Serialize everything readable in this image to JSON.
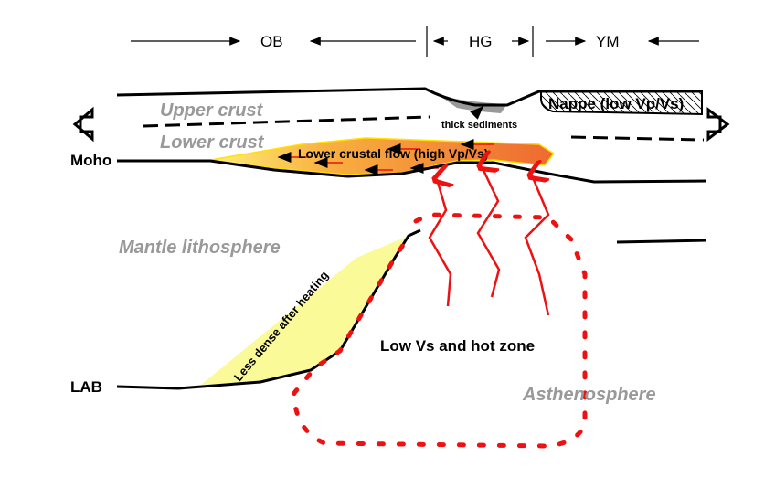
{
  "header": {
    "ob": "OB",
    "hg": "HG",
    "ym": "YM"
  },
  "labels": {
    "upper_crust": "Upper  crust",
    "lower_crust": "Lower  crust",
    "moho": "Moho",
    "lab": "LAB",
    "nappe": "Nappe  (low Vp/Vs)",
    "thick_sediments": "thick sediments",
    "lower_crustal_flow": "Lower crustal flow  (high Vp/Vs)",
    "mantle_lithosphere": "Mantle lithosphere",
    "less_dense": "Less dense after heating",
    "hot_zone": "Low Vs and hot zone",
    "asthenosphere": "Asthenosphere"
  },
  "colors": {
    "flow_orange": "#f07830",
    "flow_yellow": "#ffee66",
    "hot_red": "#ee1111",
    "label_grey": "#999999"
  }
}
